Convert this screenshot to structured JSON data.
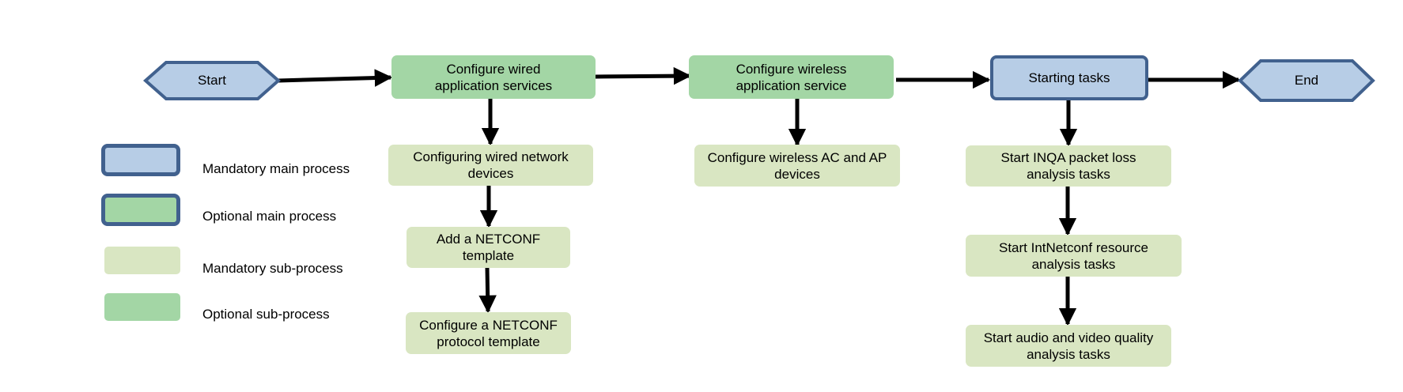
{
  "terminals": {
    "start": "Start",
    "end": "End"
  },
  "main": {
    "wired": "Configure wired\napplication services",
    "wireless": "Configure wireless\napplication service",
    "tasks": "Starting tasks"
  },
  "sub": {
    "wired_devices": "Configuring wired network\ndevices",
    "netconf_add": "Add a NETCONF\ntemplate",
    "netconf_protocol": "Configure a NETCONF\nprotocol template",
    "wireless_devices": "Configure wireless AC and AP\ndevices",
    "inqa": "Start INQA  packet loss\nanalysis tasks",
    "intnetconf": "Start IntNetconf resource\nanalysis tasks",
    "av_quality": "Start audio and video quality\nanalysis tasks"
  },
  "legend": {
    "mandatory_main": "Mandatory main process",
    "optional_main": "Optional main process",
    "mandatory_sub": "Mandatory sub-process",
    "optional_sub": "Optional sub-process"
  },
  "colors": {
    "mandatory_main_fill": "#b7cde6",
    "mandatory_main_border": "#41618e",
    "optional_main_fill": "#a3d6a5",
    "mandatory_sub_fill": "#d9e6c2",
    "optional_sub_fill": "#a3d6a5",
    "arrow": "#000000"
  }
}
